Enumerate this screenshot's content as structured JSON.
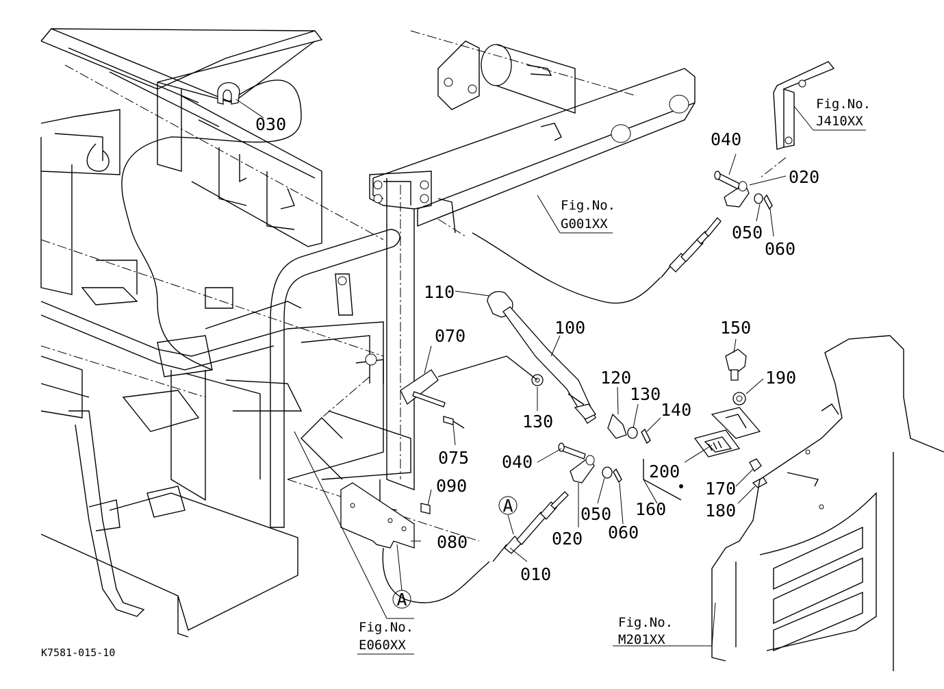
{
  "diagram": {
    "code": "K7581-015-10",
    "part_labels": {
      "p010": "010",
      "p020a": "020",
      "p020b": "020",
      "p030": "030",
      "p040a": "040",
      "p040b": "040",
      "p050a": "050",
      "p050b": "050",
      "p060a": "060",
      "p060b": "060",
      "p070": "070",
      "p075": "075",
      "p080": "080",
      "p090": "090",
      "p100": "100",
      "p110": "110",
      "p120": "120",
      "p130a": "130",
      "p130b": "130",
      "p140": "140",
      "p150": "150",
      "p160": "160",
      "p170": "170",
      "p180": "180",
      "p190": "190",
      "p200": "200"
    },
    "ref_marks": {
      "upper": "A",
      "lower": "A"
    },
    "figure_refs": {
      "j410": {
        "title": "Fig.No.",
        "code": "J410XX"
      },
      "g001": {
        "title": "Fig.No.",
        "code": "G001XX"
      },
      "e060": {
        "title": "Fig.No.",
        "code": "E060XX"
      },
      "m201": {
        "title": "Fig.No.",
        "code": "M201XX"
      }
    }
  }
}
